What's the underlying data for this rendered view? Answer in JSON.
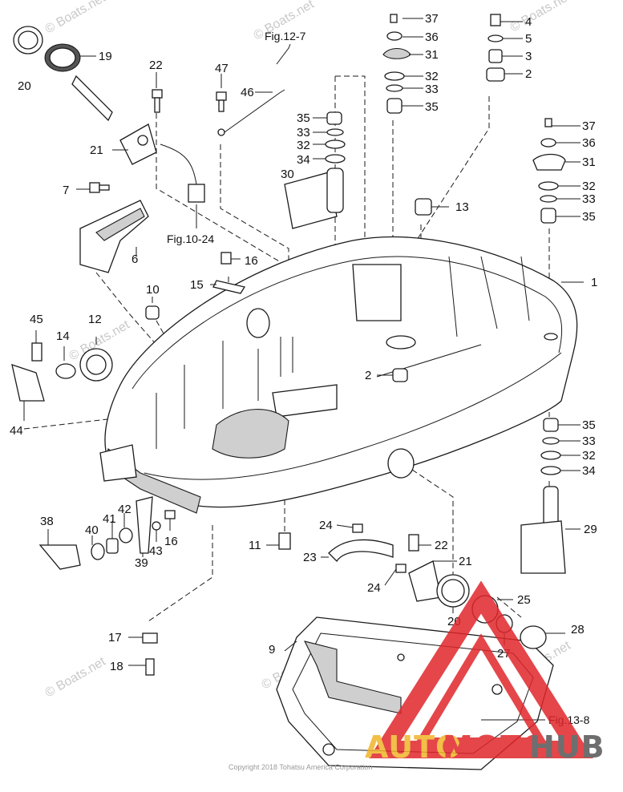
{
  "callouts": {
    "c37a": "37",
    "c36a": "36",
    "c31a": "31",
    "c32a": "32",
    "c33a": "33",
    "c35a": "35",
    "c4": "4",
    "c5": "5",
    "c3": "3",
    "c2a": "2",
    "c19": "19",
    "c20a": "20",
    "c22a": "22",
    "c47": "47",
    "c46": "46",
    "c35b": "35",
    "c33b": "33",
    "c32b": "32",
    "c34a": "34",
    "c30": "30",
    "c21a": "21",
    "c7": "7",
    "c6": "6",
    "c16a": "16",
    "c15": "15",
    "c37b": "37",
    "c36b": "36",
    "c31b": "31",
    "c32c": "32",
    "c33c": "33",
    "c35c": "35",
    "c13": "13",
    "c1": "1",
    "c10": "10",
    "c12": "12",
    "c45": "45",
    "c14": "14",
    "c44": "44",
    "c2b": "2",
    "c35d": "35",
    "c33d": "33",
    "c32d": "32",
    "c34b": "34",
    "c29": "29",
    "c38": "38",
    "c40": "40",
    "c41": "41",
    "c42": "42",
    "c39": "39",
    "c43": "43",
    "c16b": "16",
    "c11": "11",
    "c24a": "24",
    "c22b": "22",
    "c23": "23",
    "c21b": "21",
    "c24b": "24",
    "c20b": "20",
    "c25": "25",
    "c27": "27",
    "c28": "28",
    "c17": "17",
    "c18": "18",
    "c9": "9"
  },
  "references": {
    "fig_12_7": "Fig.12-7",
    "fig_10_24": "Fig.10-24",
    "fig_13_8": "Fig.13-8"
  },
  "watermarks": {
    "boats_net": "© Boats.net"
  },
  "footer": {
    "copyright": "Copyright 2018 Tohatsu America Corporation"
  },
  "brand": {
    "text": "AUTOMOTOHUB",
    "color_primary": "#e0262b",
    "color_secondary": "#f0b429"
  }
}
